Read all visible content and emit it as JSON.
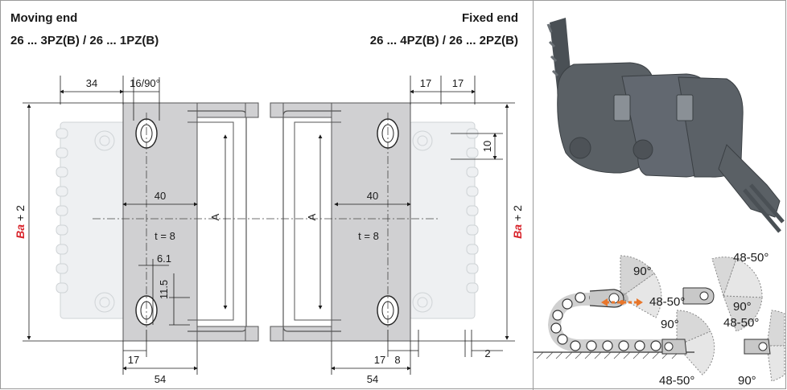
{
  "header": {
    "moving_end_title": "Moving end",
    "moving_end_parts": "26 ... 3PZ(B) / 26 ... 1PZ(B)",
    "fixed_end_title": "Fixed end",
    "fixed_end_parts": "26 ... 4PZ(B) / 26 ... 2PZ(B)"
  },
  "left_bracket": {
    "dim_34": "34",
    "dim_16_90": "16/90°",
    "dim_40": "40",
    "dim_A": "A",
    "dim_t": "t = 8",
    "dim_6_1": "6.1",
    "dim_11_5": "11.5",
    "dim_17": "17",
    "dim_54": "54",
    "ba_label": "Ba",
    "ba_suffix": "+ 2"
  },
  "right_bracket": {
    "dim_17a": "17",
    "dim_17b": "17",
    "dim_10": "10",
    "dim_40": "40",
    "dim_A": "A",
    "dim_t": "t = 8",
    "dim_17c": "17",
    "dim_8": "8",
    "dim_2": "2",
    "dim_54": "54",
    "ba_label": "Ba",
    "ba_suffix": "+ 2"
  },
  "angles": {
    "a1": "90°",
    "a2": "48-50°",
    "a3": "48-50°",
    "a4": "90°",
    "a5": "90°",
    "a6": "48-50°",
    "a7": "48-50°",
    "a8": "90°"
  },
  "colors": {
    "accent_red": "#d8232a",
    "accent_orange": "#e8762b",
    "bracket_fill": "#d0d0d2",
    "chain_color": "#555b60"
  }
}
